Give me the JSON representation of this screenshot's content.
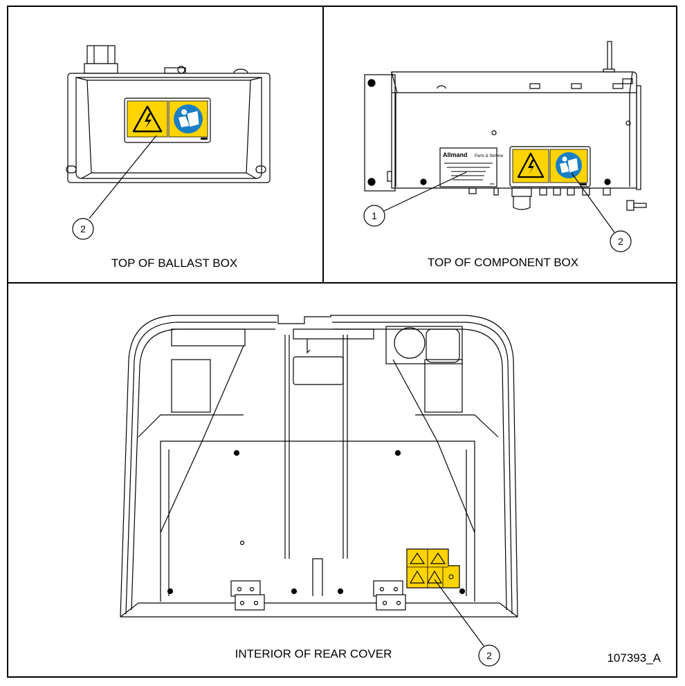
{
  "panels": {
    "ballast": {
      "caption": "TOP OF BALLAST BOX",
      "callouts": [
        "2"
      ]
    },
    "component": {
      "caption": "TOP OF COMPONENT BOX",
      "callouts": [
        "1",
        "2"
      ],
      "label_brand": "Allmand",
      "label_heading": "Parts & Service"
    },
    "rear_cover": {
      "caption": "INTERIOR OF REAR COVER",
      "callouts": [
        "2"
      ]
    }
  },
  "drawing_number": "107393_A",
  "colors": {
    "line": "#000000",
    "decal_yellow": "#ffd400",
    "decal_blue": "#1a7fc4",
    "background": "#ffffff"
  },
  "icons": [
    "electrical-hazard-icon",
    "read-manual-icon",
    "crush-hazard-icon",
    "hot-surface-icon",
    "entanglement-hazard-icon"
  ]
}
